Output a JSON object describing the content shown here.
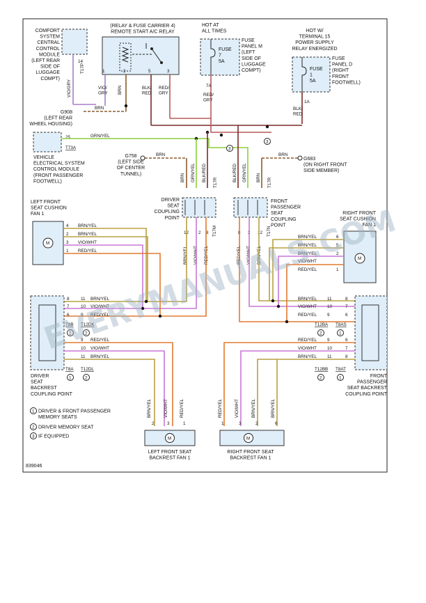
{
  "colors": {
    "brn": "#8a5a2b",
    "brnyel": "#b8a040",
    "vio": "#d04ad8",
    "viowht": "#c877d6",
    "red": "#c0392b",
    "redyel": "#e07a30",
    "blkred": "#7a2a2a",
    "grnyel": "#8ccf3a",
    "grn": "#5caa3a",
    "viogry": "#a77cc8",
    "redgry": "#b55a5a",
    "box_fill": "#dfeef8",
    "watermark": "#9fb3c4"
  },
  "components": {
    "comfort_module": "COMFORT\nSYSTEM\nCENTRAL\nCONTROL\nMODULE\n(LEFT REAR\nSIDE OF\nLUGGAGE\nCOMPT)",
    "relay": "(RELAY & FUSE CARRIER 4)\nREMOTE START A/C RELAY",
    "hot_at_all_times": "HOT AT\nALL TIMES",
    "fuse_m_panel": "FUSE\nPANEL M\n(LEFT\nSIDE OF\nLUGGAGE\nCOMPT)",
    "fuse_7": "FUSE\n7\n5A",
    "hot_terminal15": "HOT W/\nTERMINAL 15\nPOWER SUPPLY\nRELAY ENERGIZED",
    "fuse_d_panel": "FUSE\nPANEL D\n(RIGHT\nFRONT\nFOOTWELL)",
    "fuse_1": "FUSE\n1\n5A",
    "g908": "G908\n(LEFT REAR\nWHEEL HOUSING)",
    "vehicle_module": "VEHICLE\nELECTRICAL SYSTEM\nCONTROL MODULE\n(FRONT PASSENGER\nFOOTWELL)",
    "g758": "G758\n(LEFT SIDE\nOF CENTER\nTUNNEL)",
    "g683": "G683\n(ON RIGHT FRONT\nSIDE MEMBER)",
    "left_cushion_fan": "LEFT FRONT\nSEAT CUSHION\nFAN 1",
    "right_cushion_fan": "RIGHT FRONT\nSEAT CUSHION\nFAN 1",
    "driver_coupling": "DRIVER\nSEAT\nCOUPLING\nPOINT",
    "passenger_coupling": "FRONT\nPASSENGER\nSEAT\nCOUPLING\nPOINT",
    "driver_backrest_coupling": "DRIVER\nSEAT\nBACKREST\nCOUPLING POINT",
    "passenger_backrest_coupling": "FRONT\nPASSENGER\nSEAT BACKREST\nCOUPLING POINT",
    "left_backrest_fan": "LEFT FRONT SEAT\nBACKREST FAN 1",
    "right_backrest_fan": "RIGHT FRONT SEAT\nBACKREST FAN 1"
  },
  "connectors": {
    "t17p": "T17P",
    "t73a": "T73A",
    "t17r_a": "T17R",
    "t17r_b": "T17R",
    "t17m": "T17M",
    "t17n": "T17N",
    "t8b": "T8B",
    "t12dk": "T12DK",
    "t8a": "T8A",
    "t12dl": "T12DL",
    "t12ba": "T12BA",
    "t8as": "T8AS",
    "t12bb": "T12BB",
    "t8at": "T8AT"
  },
  "wires": {
    "brn": "BRN",
    "grnyel": "GRN/YEL",
    "brnyel": "BRN/YEL",
    "viowht": "VIO/WHT",
    "redyel": "RED/YEL",
    "viogry": "VIO/\nGRY",
    "blkred": "BLK/\nRED",
    "redgry": "RED/\nGRY",
    "vio_gry_v": "VIO/GRY",
    "brn_v": "BRN",
    "grnyel_v": "GRN/YEL",
    "blkred_v": "BLK/RED",
    "brnyel_v": "BRN/YEL",
    "viowht_v": "VIO/WHT",
    "redyel_v": "RED/YEL"
  },
  "pins": {
    "p14": "14",
    "p1": "1",
    "p2": "2",
    "p5": "5",
    "p3": "3",
    "p7a": "7A",
    "p1a": "1A",
    "p25": "25",
    "p12": "12",
    "p8": "8",
    "p4": "4",
    "p11": "11",
    "p7": "7",
    "p10": "10",
    "p6": "6",
    "p9": "9"
  },
  "legend": {
    "item1": "DRIVER & FRONT PASSENGER\nMEMORY SEATS",
    "item2": "DRIVER MEMORY SEAT",
    "item3": "IF EQUIPPED"
  },
  "figure_id": "839046",
  "watermark": "EVERYMANUALS.COM",
  "motor_symbol": "M"
}
